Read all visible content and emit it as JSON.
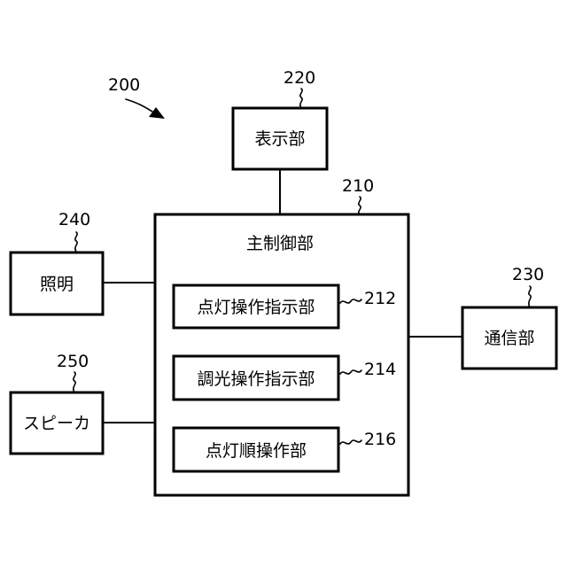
{
  "figure_ref": "200",
  "nodes": {
    "display": {
      "ref": "220",
      "label": "表示部"
    },
    "main": {
      "ref": "210",
      "label": "主制御部"
    },
    "lighting": {
      "ref": "240",
      "label": "照明"
    },
    "speaker": {
      "ref": "250",
      "label": "スピーカ"
    },
    "comm": {
      "ref": "230",
      "label": "通信部"
    },
    "light_on": {
      "ref": "212",
      "label": "点灯操作指示部"
    },
    "dimming": {
      "ref": "214",
      "label": "調光操作指示部"
    },
    "sequence": {
      "ref": "216",
      "label": "点灯順操作部"
    }
  }
}
